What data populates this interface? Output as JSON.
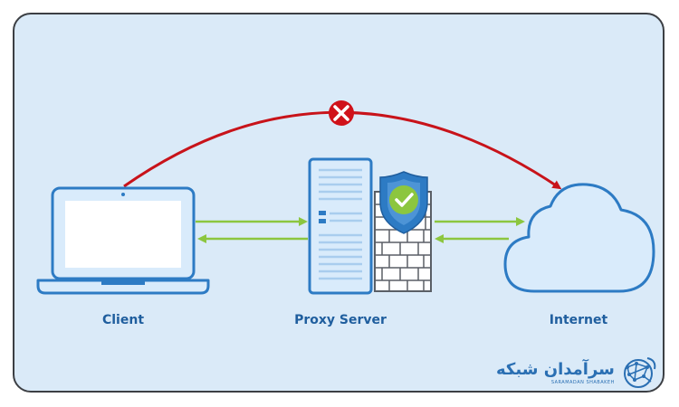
{
  "nodes": {
    "client": {
      "label": "Client"
    },
    "proxy": {
      "label": "Proxy Server"
    },
    "internet": {
      "label": "Internet"
    }
  },
  "connections": {
    "direct": {
      "status": "blocked",
      "color": "#c8131a"
    },
    "client_proxy": {
      "color": "#8cc63f"
    },
    "proxy_internet": {
      "color": "#8cc63f"
    }
  },
  "firewall": {
    "status": "secure",
    "shield_color": "#2d7bc4",
    "check_color": "#8cc63f"
  },
  "logo": {
    "name": "سرآمدان شبکه",
    "subtitle": "SARAMADAN SHABAKEH"
  },
  "colors": {
    "background": "#daeaf8",
    "device_fill": "#d9ebfb",
    "device_stroke": "#2d7bc4",
    "label": "#1f5e9e"
  }
}
